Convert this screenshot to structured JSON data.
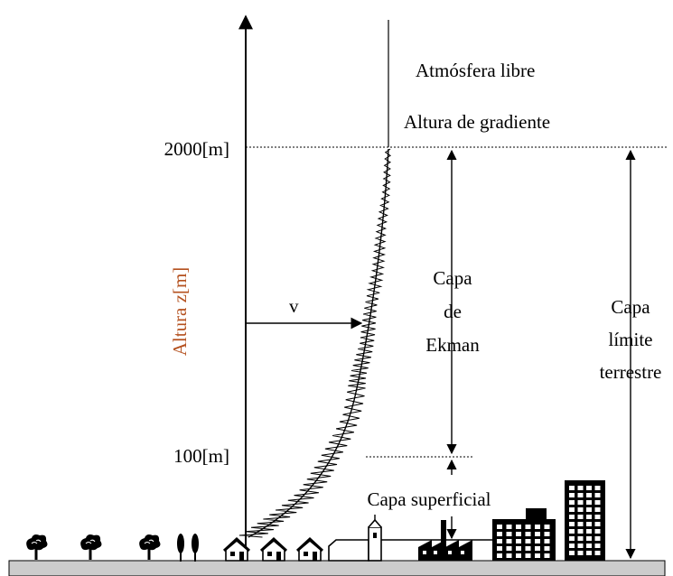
{
  "labels": {
    "free_atmosphere": "Atmósfera libre",
    "gradient_height": "Altura de gradiente",
    "tick_2000": "2000[m]",
    "tick_100": "100[m]",
    "y_axis": "Altura z[m]",
    "velocity": "v",
    "ekman_1": "Capa",
    "ekman_2": "de",
    "ekman_3": "Ekman",
    "boundary_1": "Capa",
    "boundary_2": "límite",
    "boundary_3": "terrestre",
    "surface_layer": "Capa superficial"
  },
  "colors": {
    "axis_label": "#b4501e",
    "ink": "#000000",
    "ground": "#cccccc"
  },
  "icons": [
    "tree-icon",
    "house-icon",
    "church-icon",
    "factory-icon",
    "building-icon"
  ]
}
